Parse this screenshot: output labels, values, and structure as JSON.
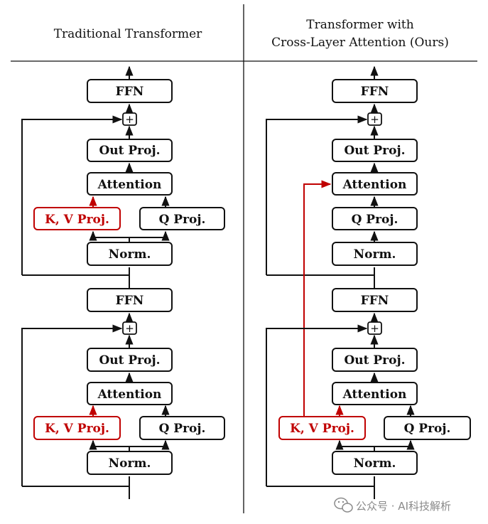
{
  "headers": {
    "left": "Traditional Transformer",
    "right_line1": "Transformer with",
    "right_line2": "Cross-Layer Attention (Ours)"
  },
  "labels": {
    "ffn": "FFN",
    "out_proj": "Out Proj.",
    "attention": "Attention",
    "kv_proj": "K, V Proj.",
    "q_proj": "Q Proj.",
    "norm": "Norm.",
    "plus": "+"
  },
  "watermark": "公众号 · AI科技解析",
  "colors": {
    "line": "#111111",
    "highlight": "#c00000",
    "text": "#111111"
  }
}
